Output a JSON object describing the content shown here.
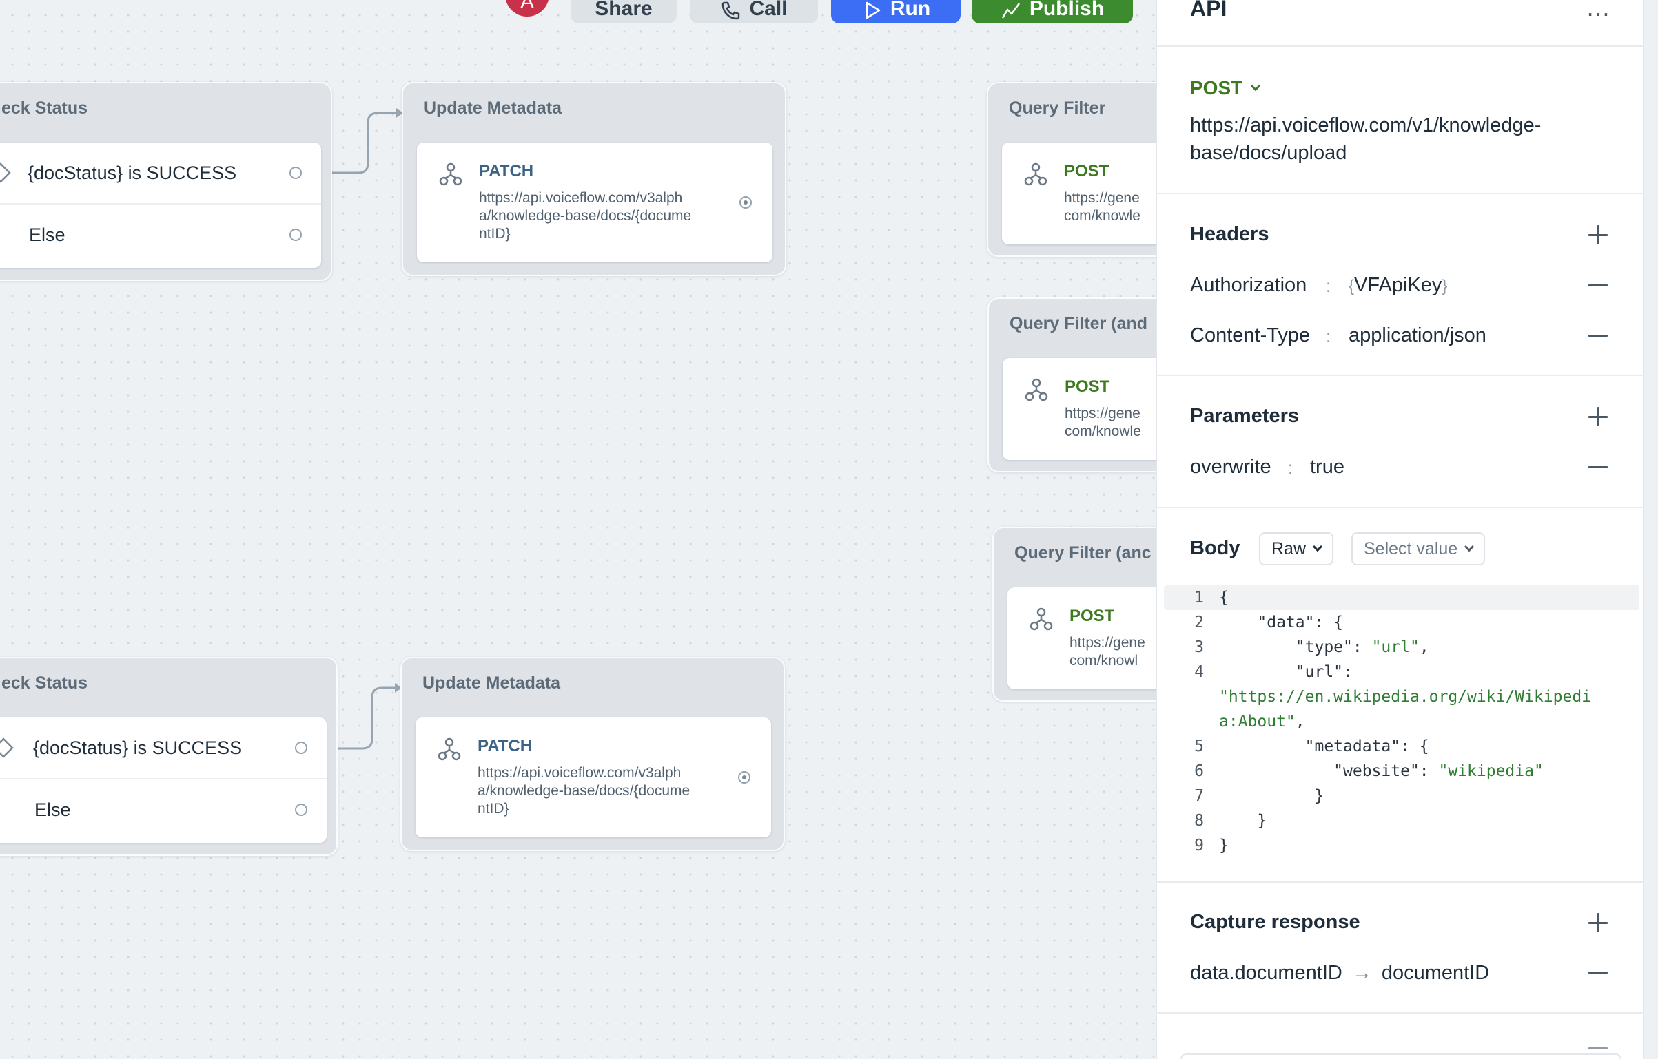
{
  "toolbar": {
    "avatar_letter": "A",
    "share_label": "Share",
    "call_label": "Call",
    "run_label": "Run",
    "publish_label": "Publish"
  },
  "canvas": {
    "condition_blocks": [
      {
        "title": "eck Status",
        "condition": "{docStatus} is SUCCESS",
        "else_label": "Else"
      },
      {
        "title": "eck Status",
        "condition": "{docStatus} is SUCCESS",
        "else_label": "Else"
      }
    ],
    "metadata_blocks": [
      {
        "title": "Update Metadata",
        "method": "PATCH",
        "url_lines": [
          "https://api.voiceflow.com/v3alph",
          "a/knowledge-base/docs/{docume",
          "ntID}"
        ]
      },
      {
        "title": "Update Metadata",
        "method": "PATCH",
        "url_lines": [
          "https://api.voiceflow.com/v3alph",
          "a/knowledge-base/docs/{docume",
          "ntID}"
        ]
      }
    ],
    "query_blocks": [
      {
        "title": "Query Filter",
        "method": "POST",
        "url_lines": [
          "https://gene",
          "com/knowle"
        ]
      },
      {
        "title": "Query Filter (and",
        "method": "POST",
        "url_lines": [
          "https://gene",
          "com/knowle"
        ]
      },
      {
        "title": "Query Filter (anc",
        "method": "POST",
        "url_lines": [
          "https://genе",
          "com/knowl"
        ]
      }
    ]
  },
  "panel": {
    "title": "API",
    "more_label": "…",
    "method": "POST",
    "url_lines": [
      "https://api.voiceflow.com/v1/knowledge-",
      "base/docs/upload"
    ],
    "headers": {
      "title": "Headers",
      "items": [
        {
          "key": "Authorization",
          "value_prefix": "{",
          "value": "VFApiKey",
          "value_suffix": "}"
        },
        {
          "key": "Content-Type",
          "value": "application/json"
        }
      ]
    },
    "parameters": {
      "title": "Parameters",
      "items": [
        {
          "key": "overwrite",
          "value": "true"
        }
      ]
    },
    "body": {
      "title": "Body",
      "format": "Raw",
      "select_placeholder": "Select value",
      "lines": [
        {
          "n": "1",
          "text": "{"
        },
        {
          "n": "2",
          "text": "    \"data\": {"
        },
        {
          "n": "3",
          "text": "        \"type\": ",
          "str": "\"url\"",
          "tail": ","
        },
        {
          "n": "4",
          "text": "        \"url\":"
        },
        {
          "n": "",
          "str": "\"https://en.wikipedia.org/wiki/Wikipedi"
        },
        {
          "n": "",
          "str": "a:About\"",
          "tail": ","
        },
        {
          "n": "5",
          "text": "         \"metadata\": {"
        },
        {
          "n": "6",
          "text": "            \"website\": ",
          "str": "\"wikipedia\""
        },
        {
          "n": "7",
          "text": "          }"
        },
        {
          "n": "8",
          "text": "    }"
        },
        {
          "n": "9",
          "text": "}"
        }
      ]
    },
    "capture": {
      "title": "Capture response",
      "items": [
        {
          "from": "data.documentID",
          "arrow": "→",
          "to": "documentID"
        }
      ]
    }
  },
  "colors": {
    "accent_blue": "#3b6ef5",
    "publish_green": "#3d8b2f",
    "post_green": "#3d7a1f",
    "patch_blue": "#3c6386"
  }
}
